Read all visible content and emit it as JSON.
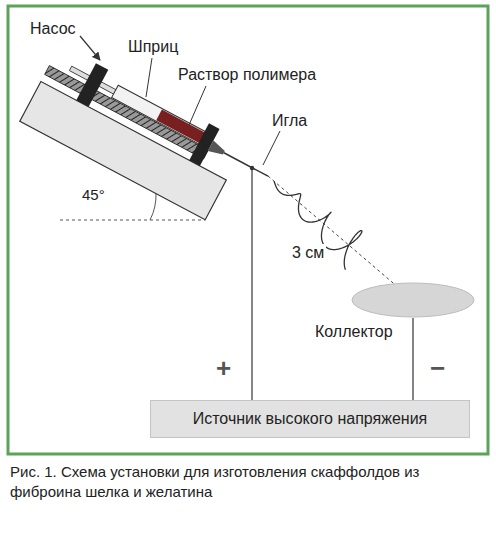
{
  "diagram": {
    "caption": "Рис. 1. Схема установки для изготовления скаффолдов из фиброина шелка и желатина",
    "nodes": [
      {
        "text": [
          "Коллектор"
        ]
      },
      {
        "text": [
          "Источник высокого напряжения"
        ]
      }
    ],
    "edges": [
      {
        "from": 1,
        "to": 0,
        "arrow": "none"
      }
    ],
    "labels": [
      "Насос",
      "Шприц",
      "Раствор полимера",
      "Игла",
      "45°",
      "3 см",
      "+",
      "−"
    ]
  }
}
